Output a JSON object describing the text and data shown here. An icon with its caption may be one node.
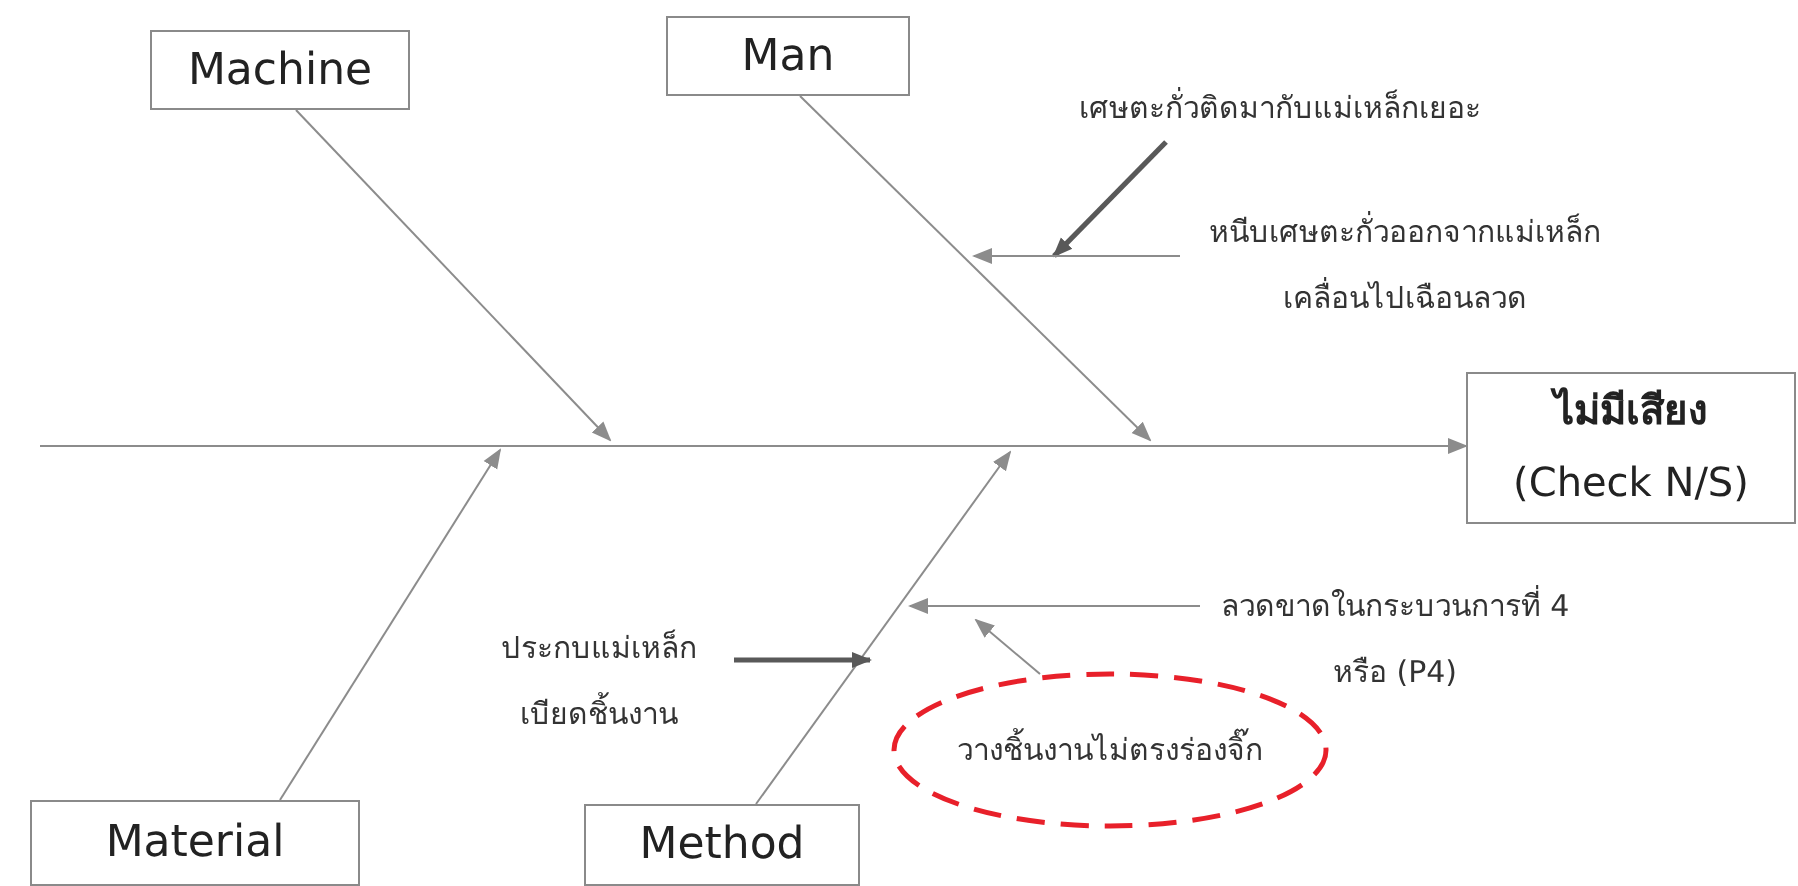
{
  "diagram": {
    "nodes": [
      {
        "text": [
          "Machine"
        ]
      },
      {
        "text": [
          "Man"
        ]
      },
      {
        "text": [
          "ไม่มีเสียง",
          "(Check N/S)"
        ]
      },
      {
        "text": [
          "Material"
        ]
      },
      {
        "text": [
          "Method"
        ]
      },
      {
        "text": [
          "เศษตะกั่วติดมากับแม่เหล็กเยอะ"
        ]
      },
      {
        "text": [
          "หนีบเศษตะกั่วออกจากแม่เหล็ก เคลื่อนไปเฉือนลวด"
        ]
      },
      {
        "text": [
          "ประกบแม่เหล็ก เบียดชิ้นงาน"
        ]
      },
      {
        "text": [
          "ลวดขาดในกระบวนการที่ 4 หรือ (P4)"
        ]
      },
      {
        "text": [
          "วางชิ้นงานไม่ตรงร่องจิ๊ก"
        ]
      }
    ],
    "edges": [
      {
        "from": null,
        "to": 2,
        "arrow": "to"
      },
      {
        "from": 0,
        "to": null,
        "arrow": "to"
      },
      {
        "from": 1,
        "to": null,
        "arrow": "to"
      },
      {
        "from": 3,
        "to": null,
        "arrow": "to"
      },
      {
        "from": 4,
        "to": null,
        "arrow": "to"
      },
      {
        "from": 5,
        "to": null,
        "arrow": "to",
        "style": "thick",
        "color": "#595959"
      },
      {
        "from": 6,
        "to": null,
        "arrow": "to"
      },
      {
        "from": 7,
        "to": null,
        "arrow": "to",
        "style": "thick",
        "color": "#595959"
      },
      {
        "from": 8,
        "to": null,
        "arrow": "to"
      },
      {
        "from": 9,
        "to": null,
        "arrow": "to"
      }
    ]
  }
}
